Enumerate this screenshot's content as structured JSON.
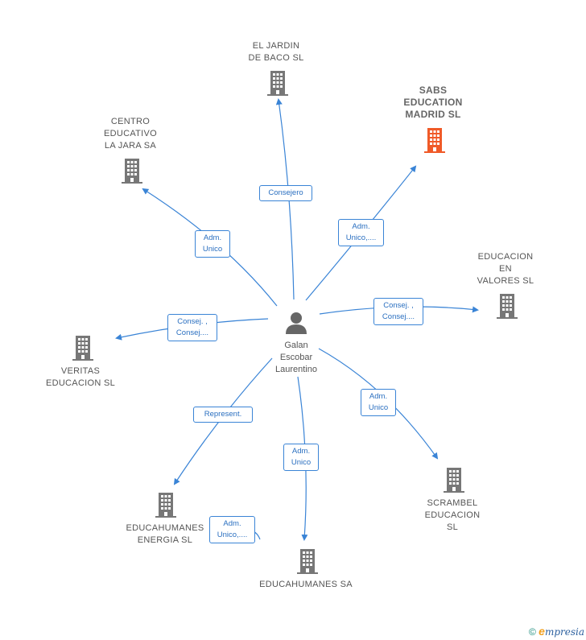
{
  "colors": {
    "edge": "#3a84d6",
    "building": "#777777",
    "highlight_building": "#f05a28",
    "person": "#666666"
  },
  "center": {
    "name": "Galan\nEscobar\nLaurentino",
    "icon": "person-icon"
  },
  "companies": [
    {
      "id": "el-jardin",
      "name": "EL JARDIN\nDE BACO  SL",
      "highlight": false
    },
    {
      "id": "sabs",
      "name": "SABS\nEDUCATION\nMADRID  SL",
      "highlight": true
    },
    {
      "id": "centro",
      "name": "CENTRO\nEDUCATIVO\nLA JARA SA",
      "highlight": false
    },
    {
      "id": "valores",
      "name": "EDUCACION\nEN\nVALORES SL",
      "highlight": false
    },
    {
      "id": "veritas",
      "name": "VERITAS\nEDUCACION SL",
      "highlight": false
    },
    {
      "id": "scrambel",
      "name": "SCRAMBEL\nEDUCACION\nSL",
      "highlight": false
    },
    {
      "id": "energia",
      "name": "EDUCAHUMANES\nENERGIA  SL",
      "highlight": false
    },
    {
      "id": "educahumanes",
      "name": "EDUCAHUMANES SA",
      "highlight": false
    }
  ],
  "relations": [
    {
      "to": "el-jardin",
      "label": "Consejero"
    },
    {
      "to": "sabs",
      "label": "Adm.\nUnico,...."
    },
    {
      "to": "centro",
      "label": "Adm.\nUnico"
    },
    {
      "to": "valores",
      "label": "Consej. ,\nConsej...."
    },
    {
      "to": "veritas",
      "label": "Consej. ,\nConsej...."
    },
    {
      "to": "scrambel",
      "label": "Adm.\nUnico"
    },
    {
      "to": "energia",
      "label": "Represent."
    },
    {
      "to": "educahumanes",
      "label": "Adm.\nUnico"
    },
    {
      "to": "energia-extra",
      "label": "Adm.\nUnico,...."
    }
  ],
  "footer": {
    "copyright": "©",
    "brand_initial": "e",
    "brand_rest": "mpresia"
  }
}
